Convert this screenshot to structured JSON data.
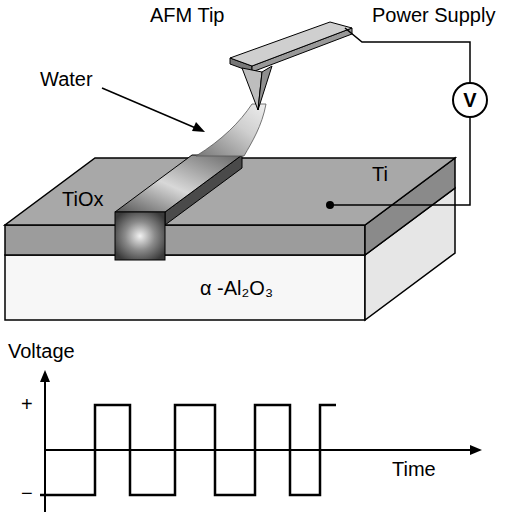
{
  "diagram": {
    "nodes": [
      {
        "text": [
          "V"
        ]
      }
    ],
    "labels": [
      "AFM Tip",
      "Power Supply",
      "Water",
      "TiOx",
      "Ti",
      "α -Al₂O₃",
      "Voltage",
      "+",
      "−",
      "Time"
    ]
  }
}
